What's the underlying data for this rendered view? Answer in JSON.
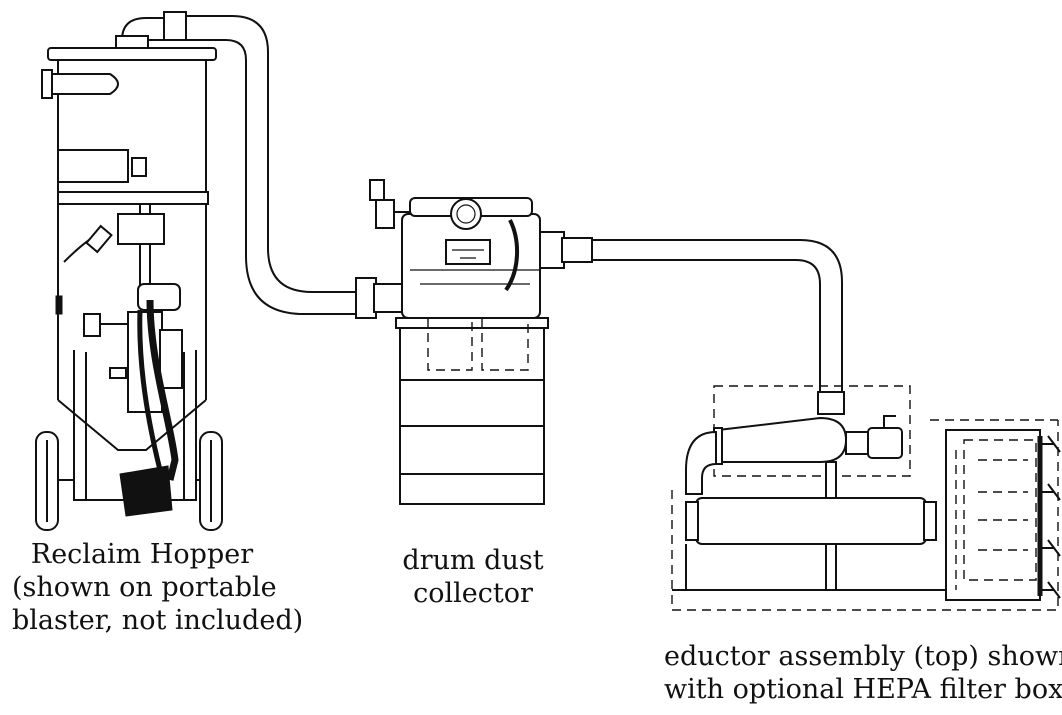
{
  "labels": {
    "reclaim_hopper": "Reclaim Hopper\n(shown on portable\nblaster, not included)",
    "drum_dust_collector": "drum dust\ncollector",
    "eductor_assembly": "eductor assembly (top) shown\nwith optional HEPA filter box"
  },
  "colors": {
    "line": "#111111",
    "background": "#ffffff"
  }
}
